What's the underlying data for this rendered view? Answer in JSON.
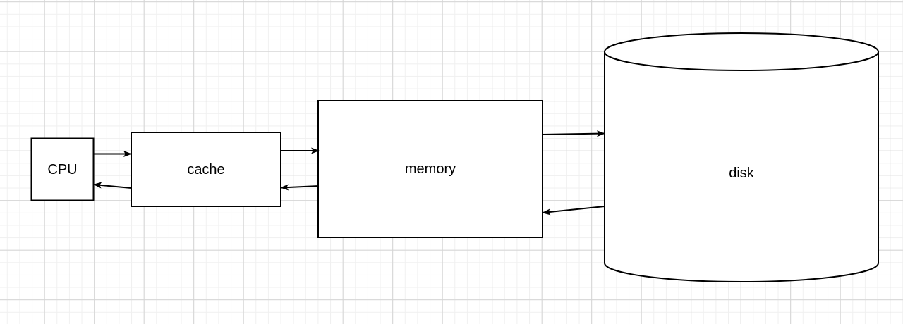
{
  "canvas": {
    "background_color": "#ffffff",
    "grid_minor_color": "#f0f0f0",
    "grid_major_color": "#d4d4d4"
  },
  "diagram": {
    "stroke_color": "#000000",
    "shape_fill_color": "#ffffff",
    "nodes": [
      {
        "id": "cpu",
        "label": "CPU",
        "shape": "rectangle"
      },
      {
        "id": "cache",
        "label": "cache",
        "shape": "rectangle"
      },
      {
        "id": "memory",
        "label": "memory",
        "shape": "rectangle"
      },
      {
        "id": "disk",
        "label": "disk",
        "shape": "cylinder"
      }
    ],
    "edges": [
      {
        "from": "cpu",
        "to": "cache",
        "arrow": "right"
      },
      {
        "from": "cache",
        "to": "cpu",
        "arrow": "left"
      },
      {
        "from": "cache",
        "to": "memory",
        "arrow": "right"
      },
      {
        "from": "memory",
        "to": "cache",
        "arrow": "left"
      },
      {
        "from": "memory",
        "to": "disk",
        "arrow": "right"
      },
      {
        "from": "disk",
        "to": "memory",
        "arrow": "left"
      }
    ]
  }
}
